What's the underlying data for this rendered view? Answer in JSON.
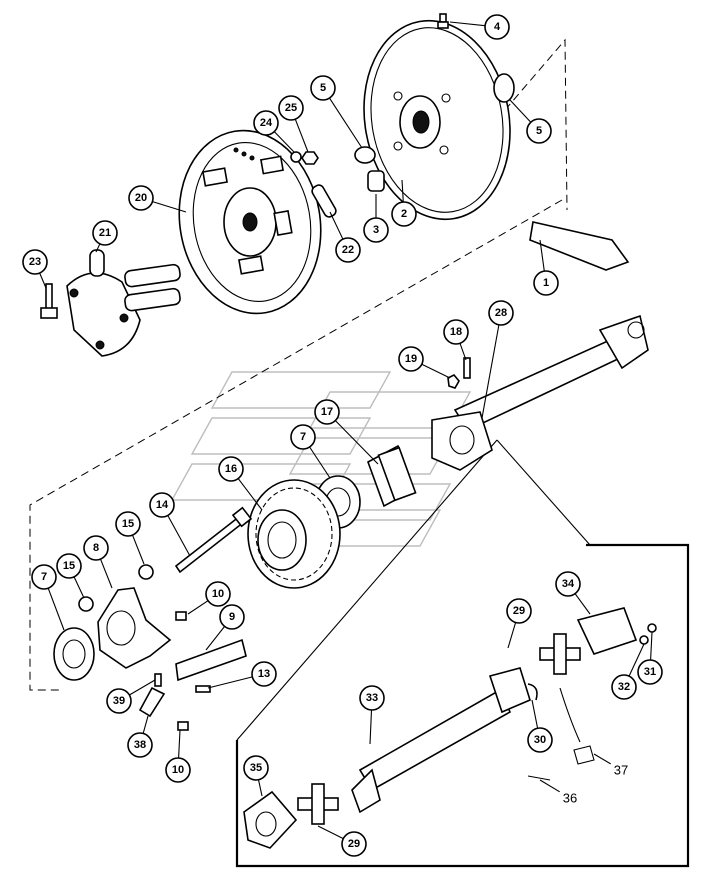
{
  "callouts": [
    {
      "id": "c1",
      "label": "1",
      "style": "filled"
    },
    {
      "id": "c2",
      "label": "2",
      "style": "filled"
    },
    {
      "id": "c3",
      "label": "3",
      "style": "filled"
    },
    {
      "id": "c4",
      "label": "4",
      "style": "filled"
    },
    {
      "id": "c5a",
      "label": "5",
      "style": "filled"
    },
    {
      "id": "c5b",
      "label": "5",
      "style": "filled"
    },
    {
      "id": "c7a",
      "label": "7",
      "style": "filled"
    },
    {
      "id": "c7b",
      "label": "7",
      "style": "filled"
    },
    {
      "id": "c8",
      "label": "8",
      "style": "filled"
    },
    {
      "id": "c9",
      "label": "9",
      "style": "filled"
    },
    {
      "id": "c10a",
      "label": "10",
      "style": "filled"
    },
    {
      "id": "c10b",
      "label": "10",
      "style": "filled"
    },
    {
      "id": "c13",
      "label": "13",
      "style": "filled"
    },
    {
      "id": "c14",
      "label": "14",
      "style": "filled"
    },
    {
      "id": "c15a",
      "label": "15",
      "style": "filled"
    },
    {
      "id": "c15b",
      "label": "15",
      "style": "filled"
    },
    {
      "id": "c16",
      "label": "16",
      "style": "filled"
    },
    {
      "id": "c17",
      "label": "17",
      "style": "filled"
    },
    {
      "id": "c18",
      "label": "18",
      "style": "filled"
    },
    {
      "id": "c19",
      "label": "19",
      "style": "filled"
    },
    {
      "id": "c20",
      "label": "20",
      "style": "filled"
    },
    {
      "id": "c21",
      "label": "21",
      "style": "filled"
    },
    {
      "id": "c22",
      "label": "22",
      "style": "filled"
    },
    {
      "id": "c23",
      "label": "23",
      "style": "filled"
    },
    {
      "id": "c24",
      "label": "24",
      "style": "filled"
    },
    {
      "id": "c25",
      "label": "25",
      "style": "filled"
    },
    {
      "id": "c28",
      "label": "28",
      "style": "filled"
    },
    {
      "id": "c29a",
      "label": "29",
      "style": "filled"
    },
    {
      "id": "c29b",
      "label": "29",
      "style": "filled"
    },
    {
      "id": "c30",
      "label": "30",
      "style": "filled"
    },
    {
      "id": "c31",
      "label": "31",
      "style": "filled"
    },
    {
      "id": "c32",
      "label": "32",
      "style": "filled"
    },
    {
      "id": "c33",
      "label": "33",
      "style": "filled"
    },
    {
      "id": "c34",
      "label": "34",
      "style": "filled"
    },
    {
      "id": "c35",
      "label": "35",
      "style": "filled"
    },
    {
      "id": "c36",
      "label": "36",
      "style": "outline"
    },
    {
      "id": "c37",
      "label": "37",
      "style": "outline"
    },
    {
      "id": "c38",
      "label": "38",
      "style": "filled"
    },
    {
      "id": "c39",
      "label": "39",
      "style": "filled"
    }
  ]
}
